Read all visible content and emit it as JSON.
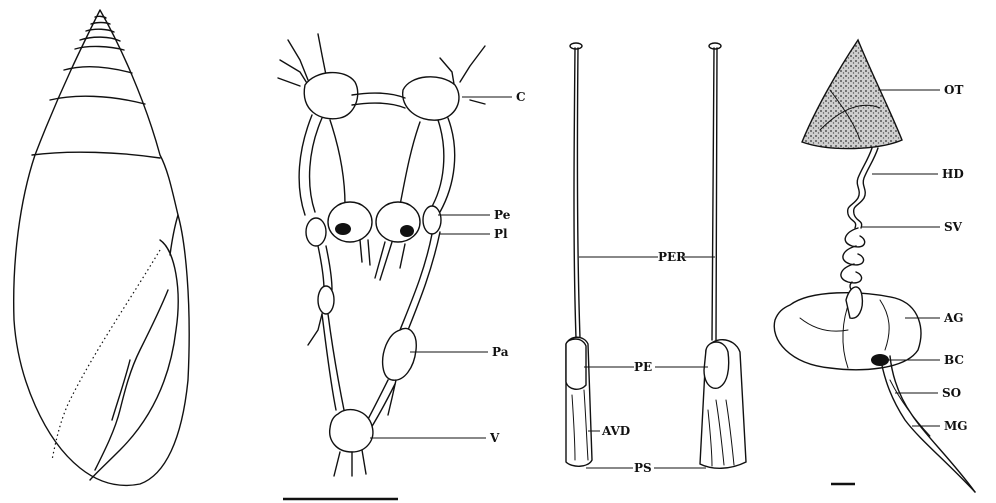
{
  "figure": {
    "nervous_labels": {
      "C": "C",
      "Pe": "Pe",
      "Pl": "Pl",
      "Pa": "Pa",
      "V": "V"
    },
    "penis_labels": {
      "PER": "PER",
      "PE": "PE",
      "AVD": "AVD",
      "PS": "PS"
    },
    "reproductive_labels": {
      "OT": "OT",
      "HD": "HD",
      "SV": "SV",
      "AG": "AG",
      "BC": "BC",
      "SO": "SO",
      "MG": "MG"
    }
  }
}
